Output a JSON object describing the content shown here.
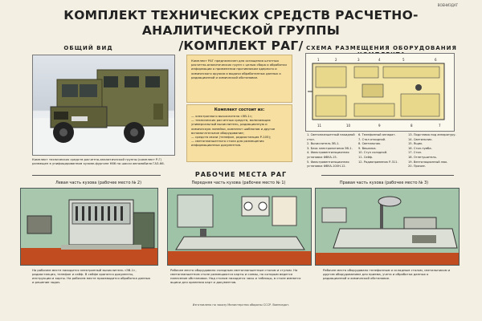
{
  "header": {
    "title_line1": "КОМПЛЕКТ ТЕХНИЧЕСКИХ СРЕДСТВ РАСЧЕТНО-АНАЛИТИЧЕСКОЙ ГРУППЫ",
    "title_line2": "/КОМПЛЕКТ РАГ/",
    "code": "ВОЕНИЗДАТ"
  },
  "general_view": {
    "label": "ОБЩИЙ ВИД",
    "caption": "Комплект технических средств расчетно-аналитической группы (комплект Р-Г) размещен в унифицированном кузове-фургоне К66 на шасси автомобиля ГАЗ-66."
  },
  "intro": {
    "text": "Комплект РАГ предназначен для оснащения штатных расчетно-аналитических групп с целью сбора и обработки информации о применении противником ядерного и химического оружия и выдачи обработанных данных о радиационной и химической обстановке."
  },
  "composition": {
    "title": "Комплект состоит из:",
    "items": [
      "— электронного вычислителя «ЭВ-1»;",
      "— технических расчетных средств, включающих универсальный вычислитель, радиационную и химическую линейки, комплект шаблонов и другое вспомогательное оборудование;",
      "— средств связи (телефон, радиостанция Р-105);",
      "— светопланшетного стола для размещения информационных документов."
    ]
  },
  "scheme": {
    "label": "СХЕМА РАЗМЕЩЕНИЯ ОБОРУДОВАНИЯ КОМПЛЕКТА",
    "legend": [
      "1. Светопланшетный накидной стол.",
      "2. Вычислитель ЭВ-1.",
      "3. Блок электропитания ЭВ-1.",
      "4. Фильтровентиляционная установка ФВУА-15.",
      "5. Фильтровентиляционная установка ФВУА-100Н-12.",
      "6. Телефонный аппарат.",
      "7. Стол откидной.",
      "8. Светильник.",
      "9. Вешалка.",
      "10. Стул складной.",
      "11. Сейф.",
      "12. Радиоприемник Р-311.",
      "13. Подставка под аппаратуру.",
      "14. Светильник.",
      "15. Ящик.",
      "16. Стол-тумба.",
      "17. Стол.",
      "18. Огнетушитель.",
      "19. Вентиляционный люк.",
      "20. Прочие."
    ]
  },
  "workplaces": {
    "heading": "РАБОЧИЕ МЕСТА РАГ",
    "panels": [
      {
        "label": "Левая часть кузова (рабочее место № 2)",
        "caption": "На рабочем месте находится электронный вычислитель «ЭВ-1», радиостанция, телефон и сейф. В сейфе хранятся документы, инструкции и карты. На рабочем месте производится обработка данных и решение задач."
      },
      {
        "label": "Передняя часть кузова (рабочее место № 1)",
        "caption": "Рабочее место оборудовано складным светопланшетным столом и стулом. На светопланшетном столе размещаются карты и схемы, по которым ведется нанесение обстановки. Над столом находятся часы и таблицы, в столе имеются ящики для хранения карт и документов."
      },
      {
        "label": "Правая часть кузова (рабочее место № 3)",
        "caption": "Рабочее место оборудовано телефонным и складным столом, светильником и другим оборудованием для приема, учета и обработки данных о радиационной и химической обстановке."
      }
    ]
  },
  "footer": {
    "text": "Изготовлено по заказу Министерства обороны СССР. Воениздат."
  },
  "colors": {
    "background": "#f3efe2",
    "info_box": "#f6dfa0",
    "truck": "#6b6a3f",
    "cabin_green": "#9dbfa3",
    "floor": "#c14c1f"
  }
}
